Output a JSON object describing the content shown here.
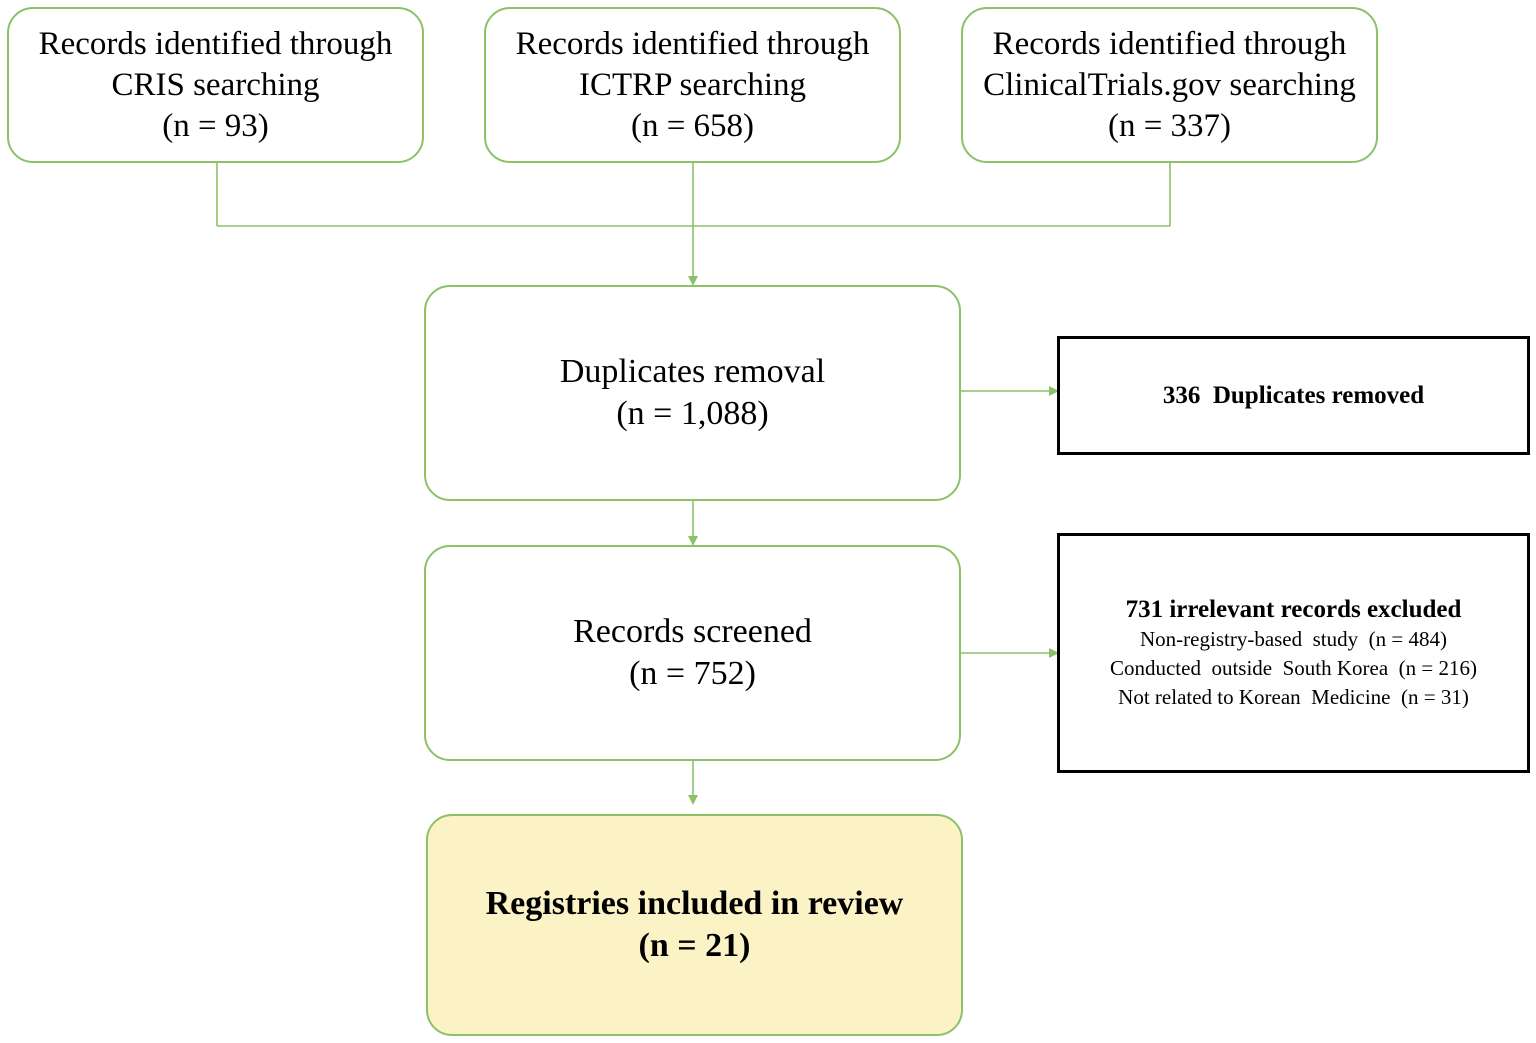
{
  "sources": [
    {
      "line1": "Records identified through",
      "line2": "CRIS searching",
      "line3": "(n = 93)"
    },
    {
      "line1": "Records identified through",
      "line2": "ICTRP searching",
      "line3": "(n = 658)"
    },
    {
      "line1": "Records identified through",
      "line2": "ClinicalTrials.gov searching",
      "line3": "(n = 337)"
    }
  ],
  "duplicates": {
    "line1": "Duplicates removal",
    "line2": "(n = 1,088)"
  },
  "duplicates_removed": {
    "text": "336  Duplicates removed"
  },
  "screened": {
    "line1": "Records screened",
    "line2": "(n = 752)"
  },
  "excluded": {
    "title": "731 irrelevant records excluded",
    "items": [
      "Non-registry-based  study  (n = 484)",
      "Conducted  outside  South Korea  (n = 216)",
      "Not related to Korean  Medicine  (n = 31)"
    ]
  },
  "included": {
    "line1": "Registries included in review",
    "line2": "(n = 21)"
  },
  "colors": {
    "connector": "#8cc168",
    "box_border": "#8cc168",
    "final_fill": "#fbf2c6"
  }
}
